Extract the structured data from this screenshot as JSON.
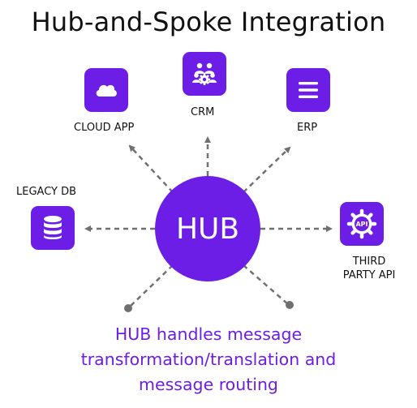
{
  "title": "Hub-and-Spoke Integration",
  "hub": {
    "label": "HUB"
  },
  "nodes": {
    "cloud_app": {
      "label": "CLOUD APP",
      "icon": "cloud-icon"
    },
    "crm": {
      "label": "CRM",
      "icon": "people-gear-icon"
    },
    "erp": {
      "label": "ERP",
      "icon": "menu-lines-icon"
    },
    "legacy_db": {
      "label": "LEGACY DB",
      "icon": "database-icon"
    },
    "third_party_api": {
      "label_line1": "THIRD",
      "label_line2": "PARTY API",
      "icon": "api-gear-icon"
    }
  },
  "caption": {
    "line1": "HUB handles message",
    "line2": "transformation/translation and",
    "line3": "message routing"
  },
  "colors": {
    "accent": "#6c1ee6",
    "connector": "#707070",
    "text": "#111111"
  }
}
